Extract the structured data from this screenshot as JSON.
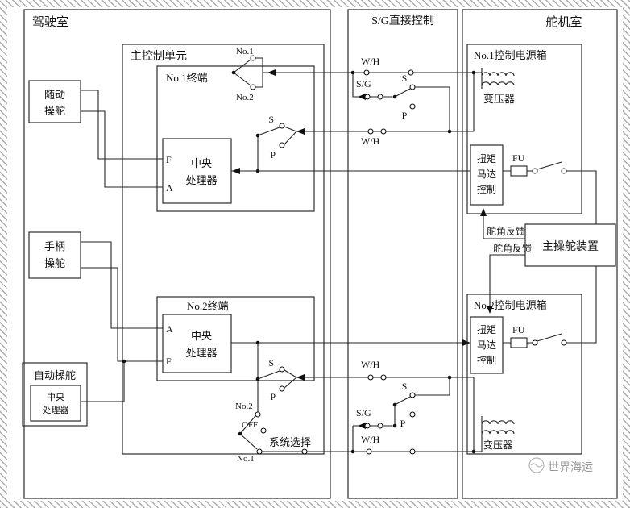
{
  "regions": {
    "bridge": "驾驶室",
    "sg_direct": "S/G直接控制",
    "steering_room": "舵机室"
  },
  "bridge": {
    "follow_steering": {
      "line1": "随动",
      "line2": "操舵"
    },
    "lever_steering": {
      "line1": "手柄",
      "line2": "操舵"
    },
    "auto_steering": {
      "title": "自动操舵",
      "cpu_line1": "中央",
      "cpu_line2": "处理器"
    },
    "main_control_unit": {
      "title": "主控制单元",
      "terminal1": {
        "title": "No.1终端",
        "cpu_line1": "中央",
        "cpu_line2": "处理器",
        "port_top": "F",
        "port_bottom": "A"
      },
      "terminal2": {
        "title": "No.2终端",
        "cpu_line1": "中央",
        "cpu_line2": "处理器",
        "port_top": "A",
        "port_bottom": "F"
      },
      "system_selector_label": "系统选择"
    }
  },
  "labels": {
    "wh": "W/H",
    "sg": "S/G",
    "s": "S",
    "p": "P",
    "fu": "FU",
    "no1": "No.1",
    "no2": "No.2",
    "off": "OFF"
  },
  "steering_room": {
    "power_box1": {
      "title": "No.1控制电源箱",
      "transformer": "变压器",
      "torque1": "扭矩",
      "torque2": "马达",
      "torque3": "控制"
    },
    "power_box2": {
      "title": "No.2控制电源箱",
      "transformer": "变压器",
      "torque1": "扭矩",
      "torque2": "马达",
      "torque3": "控制"
    },
    "main_steering_gear": "主操舵装置",
    "rudder_feedback1": "舵角反馈",
    "rudder_feedback2": "舵角反馈"
  },
  "watermark": "世界海运"
}
